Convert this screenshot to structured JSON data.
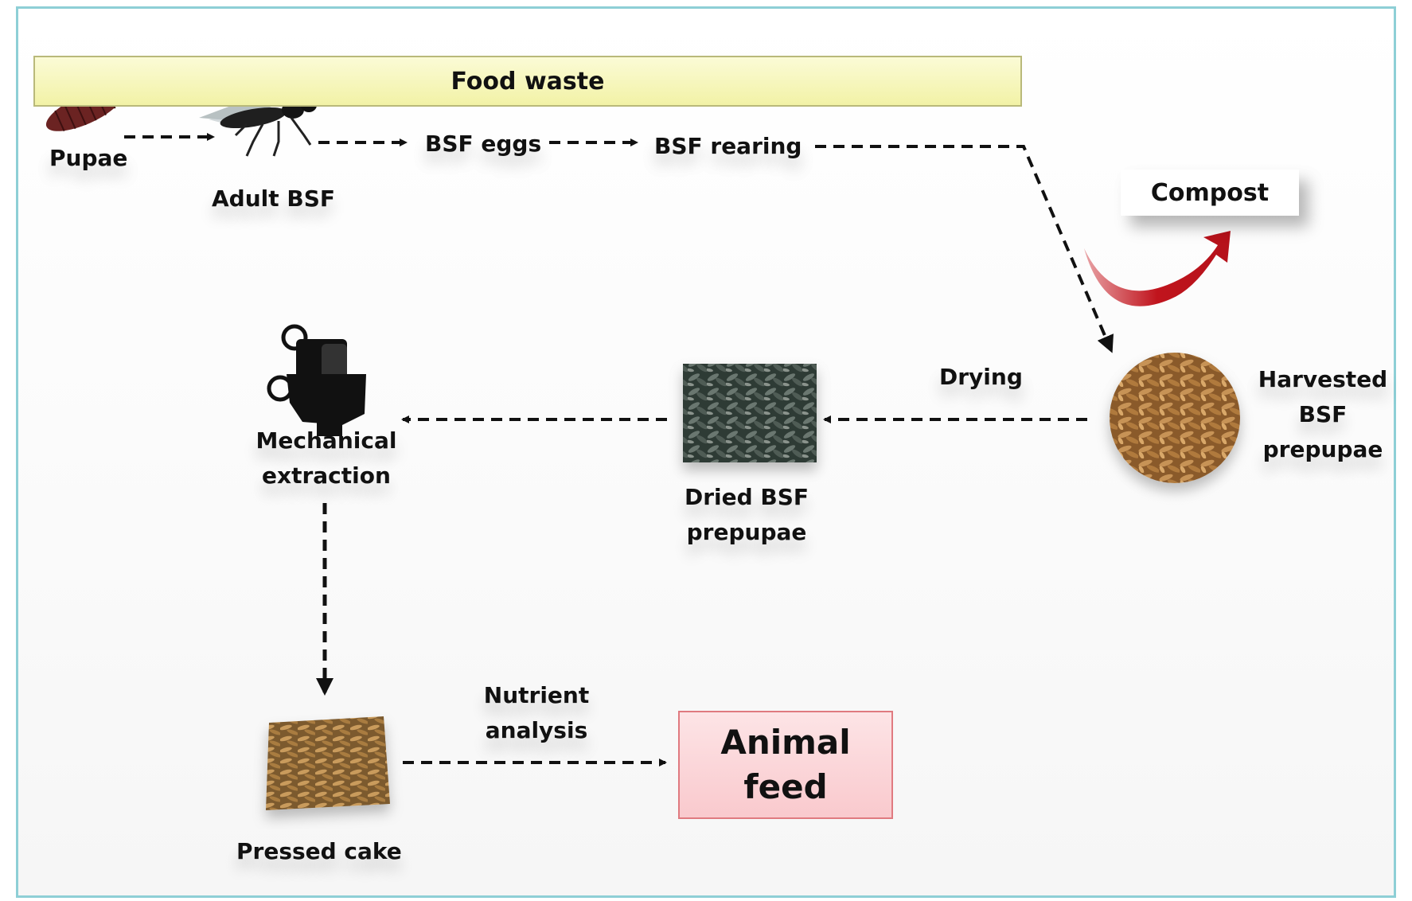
{
  "diagram": {
    "food_waste": "Food waste",
    "pupae": "Pupae",
    "adult_bsf": "Adult BSF",
    "bsf_eggs": "BSF eggs",
    "bsf_rearing": "BSF rearing",
    "compost": "Compost",
    "harvested": "Harvested\nBSF\nprepupae",
    "drying": "Drying",
    "dried": "Dried BSF\nprepupae",
    "mechanical": "Mechanical\nextraction",
    "pressed_cake": "Pressed cake",
    "nutrient": "Nutrient\nanalysis",
    "animal_feed": "Animal\nfeed"
  },
  "colors": {
    "frame_border": "#8ecfd6",
    "food_waste_fill": "#f2f2a6",
    "animal_feed_fill": "#f9c9cd",
    "animal_feed_border": "#e07a80",
    "compost_arrow": "#b5121b",
    "dashed_arrow": "#111111"
  },
  "icons": [
    "pupa-icon",
    "adult-fly-icon",
    "compost-arrow-icon",
    "harvested-prepupae-image",
    "dried-prepupae-image",
    "extraction-machine-icon",
    "pressed-cake-image"
  ]
}
